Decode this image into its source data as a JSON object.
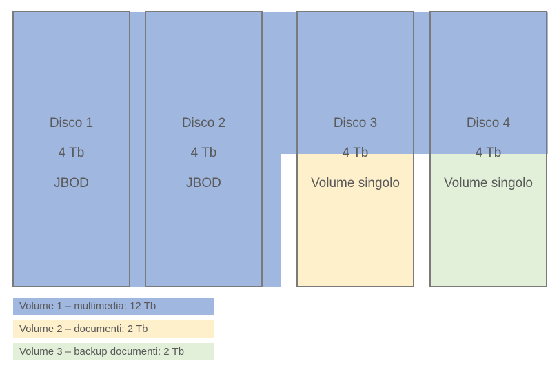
{
  "colors": {
    "volume1": "#A0B7E0",
    "volume2": "#FFF0CC",
    "volume3": "#E2EFD9",
    "border": "#7a7a7a"
  },
  "disks": [
    {
      "name": "Disco 1",
      "size": "4 Tb",
      "mode": "JBOD"
    },
    {
      "name": "Disco 2",
      "size": "4 Tb",
      "mode": "JBOD"
    },
    {
      "name": "Disco 3",
      "size": "4 Tb",
      "mode": "Volume singolo"
    },
    {
      "name": "Disco 4",
      "size": "4 Tb",
      "mode": "Volume singolo"
    }
  ],
  "legend": [
    "Volume 1 – multimedia:  12 Tb",
    "Volume 2 – documenti: 2 Tb",
    "Volume 3 – backup documenti: 2 Tb"
  ]
}
